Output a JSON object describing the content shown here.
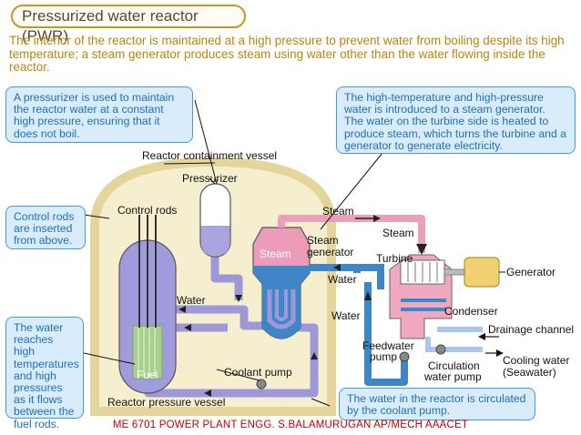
{
  "title": "Pressurized water reactor (PWR)",
  "intro": "The interior of the reactor is maintained at a high pressure to prevent water from boiling despite its high temperature; a steam generator produces steam using water other than the water flowing inside the reactor.",
  "callouts": {
    "pressurizer_note": "A pressurizer is used to maintain the reactor water at a constant high pressure, ensuring that it does not boil.",
    "steam_generator_note": "The high-temperature and high-pressure water is introduced to a steam generator. The water on the turbine side is heated to produce steam, which turns the turbine and a generator to generate electricity.",
    "control_rods_note": "Control rods are inserted from above.",
    "fuel_note": "The water reaches high temperatures and high pressures as it flows between the fuel rods.",
    "coolant_note": "The water in the reactor is circulated by the coolant pump."
  },
  "labels": {
    "containment_vessel": "Reactor containment vessel",
    "pressurizer": "Pressurizer",
    "control_rods": "Control rods",
    "steam_top": "Steam",
    "steam_right": "Steam",
    "steam_in_generator": "Steam",
    "steam_generator_line1": "Steam",
    "steam_generator_line2": "generator",
    "turbine": "Turbine",
    "generator": "Generator",
    "water_right": "Water",
    "water_left": "Water",
    "water_lower": "Water",
    "condenser": "Condenser",
    "drainage_channel": "Drainage channel",
    "feedwater_pump_line1": "Feedwater",
    "feedwater_pump_line2": "pump",
    "circulation_pump_line1": "Circulation",
    "circulation_pump_line2": "water pump",
    "cooling_water_line1": "Cooling water",
    "cooling_water_line2": "(Seawater)",
    "fuel": "Fuel",
    "coolant_pump": "Coolant pump",
    "reactor_pressure_vessel": "Reactor pressure vessel"
  },
  "footer": "ME 6701    POWER PLANT ENGG.    S.BALAMURUGAN     AP/MECH    AAACET",
  "colors": {
    "primary_loop": "#9d98d8",
    "steam_loop": "#e8a0b8",
    "feedwater_loop": "#3f86c8",
    "containment": "#f4ecc8",
    "callout_fill": "#d9ecfb",
    "title_text": "#b8860b",
    "footer_text": "#c00000"
  }
}
